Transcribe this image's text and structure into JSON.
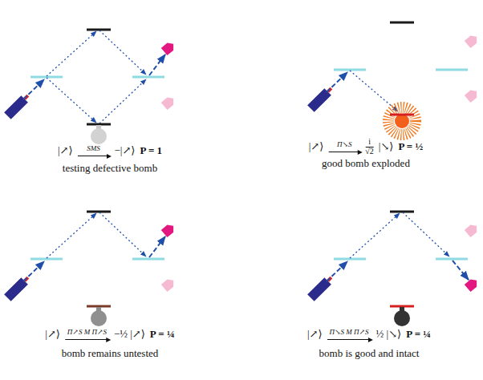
{
  "diagram": {
    "labels": [
      "|↗⟩",
      "SMS",
      "−|↗⟩",
      "P = 1",
      "testing defective bomb",
      "|↗⟩",
      "Π↘S",
      "i",
      "√2",
      "|↘⟩",
      "P = ½",
      "good bomb exploded",
      "|↗⟩",
      "Π↗S M Π↗S",
      "−½ |↗⟩",
      "P = ¼",
      "bomb remains untested",
      "|↗⟩",
      "Π↘S M Π↗S",
      "½ |↘⟩",
      "P = ¼",
      "bomb is good and intact"
    ]
  }
}
